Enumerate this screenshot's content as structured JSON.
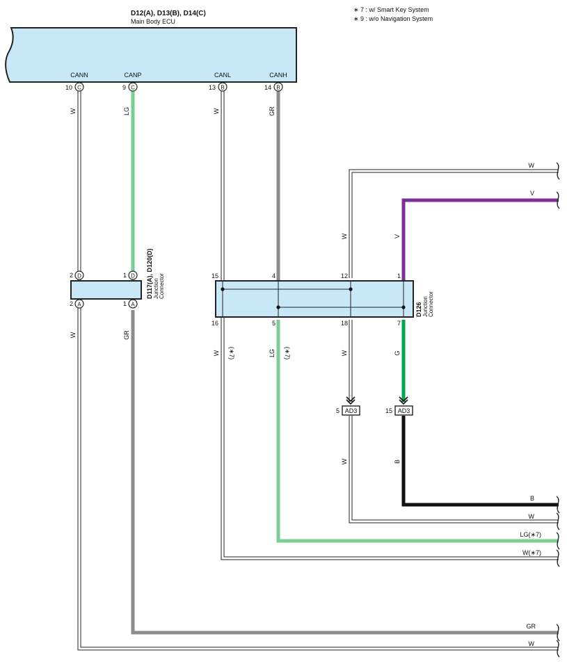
{
  "notes": [
    "∗ 7 : w/ Smart Key System",
    "∗ 9 : w/o Navigation System"
  ],
  "ecu": {
    "title": "D12(A), D13(B), D14(C)",
    "subtitle": "Main Body ECU",
    "pins": [
      {
        "name": "CANN",
        "num": "10",
        "conn": "C",
        "wire": "W"
      },
      {
        "name": "CANP",
        "num": "9",
        "conn": "C",
        "wire": "LG"
      },
      {
        "name": "CANL",
        "num": "13",
        "conn": "B",
        "wire": "W"
      },
      {
        "name": "CANH",
        "num": "14",
        "conn": "B",
        "wire": "GR"
      }
    ]
  },
  "jc1": {
    "id": "D117(A), D120(D)",
    "line1": "Junction",
    "line2": "Connector",
    "top_pins": [
      {
        "num": "2",
        "conn": "D"
      },
      {
        "num": "1",
        "conn": "D"
      }
    ],
    "bottom_pins": [
      {
        "num": "2",
        "conn": "A"
      },
      {
        "num": "1",
        "conn": "A"
      }
    ],
    "below_wires": [
      "W",
      "GR"
    ]
  },
  "jc2": {
    "id": "D126",
    "line1": "Junction",
    "line2": "Connector",
    "top_pins": [
      "15",
      "4",
      "12",
      "1"
    ],
    "bottom_pins": [
      "16",
      "5",
      "18",
      "7"
    ],
    "above_wires": [
      "W",
      "V"
    ],
    "below_wires": [
      "W",
      "(∗7)",
      "LG",
      "(∗7)",
      "W",
      "G"
    ]
  },
  "ad3": [
    {
      "num": "5",
      "label": "AD3",
      "wire_below": "W"
    },
    {
      "num": "15",
      "label": "AD3",
      "wire_below": "B"
    }
  ],
  "right_labels": [
    "W",
    "V",
    "B",
    "W",
    "LG(∗7)",
    "W(∗7)",
    "GR",
    "W"
  ],
  "colors": {
    "W": "#ffffff",
    "LG": "#7ccc96",
    "GR": "#8c8c8c",
    "V": "#7b2f9a",
    "G": "#00a650",
    "B": "#111111",
    "box_fill": "#c8e8f8",
    "outline": "#222222"
  }
}
